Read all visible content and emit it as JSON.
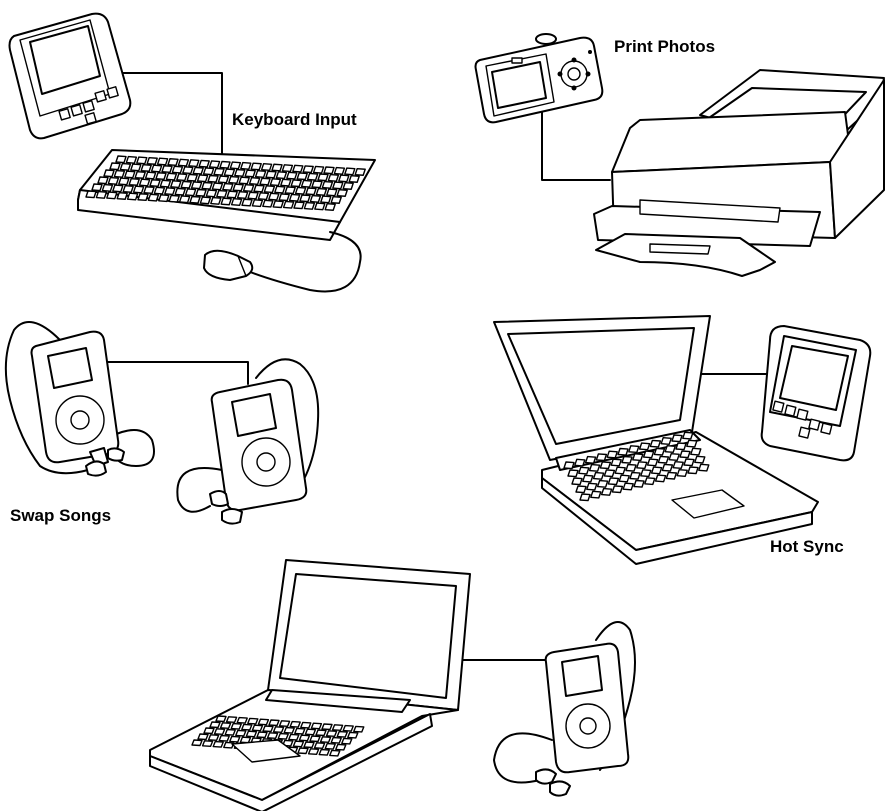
{
  "labels": {
    "keyboard_input": "Keyboard Input",
    "print_photos": "Print Photos",
    "swap_songs": "Swap Songs",
    "hot_sync": "Hot Sync"
  },
  "colors": {
    "line": "#000000",
    "background": "#ffffff"
  }
}
